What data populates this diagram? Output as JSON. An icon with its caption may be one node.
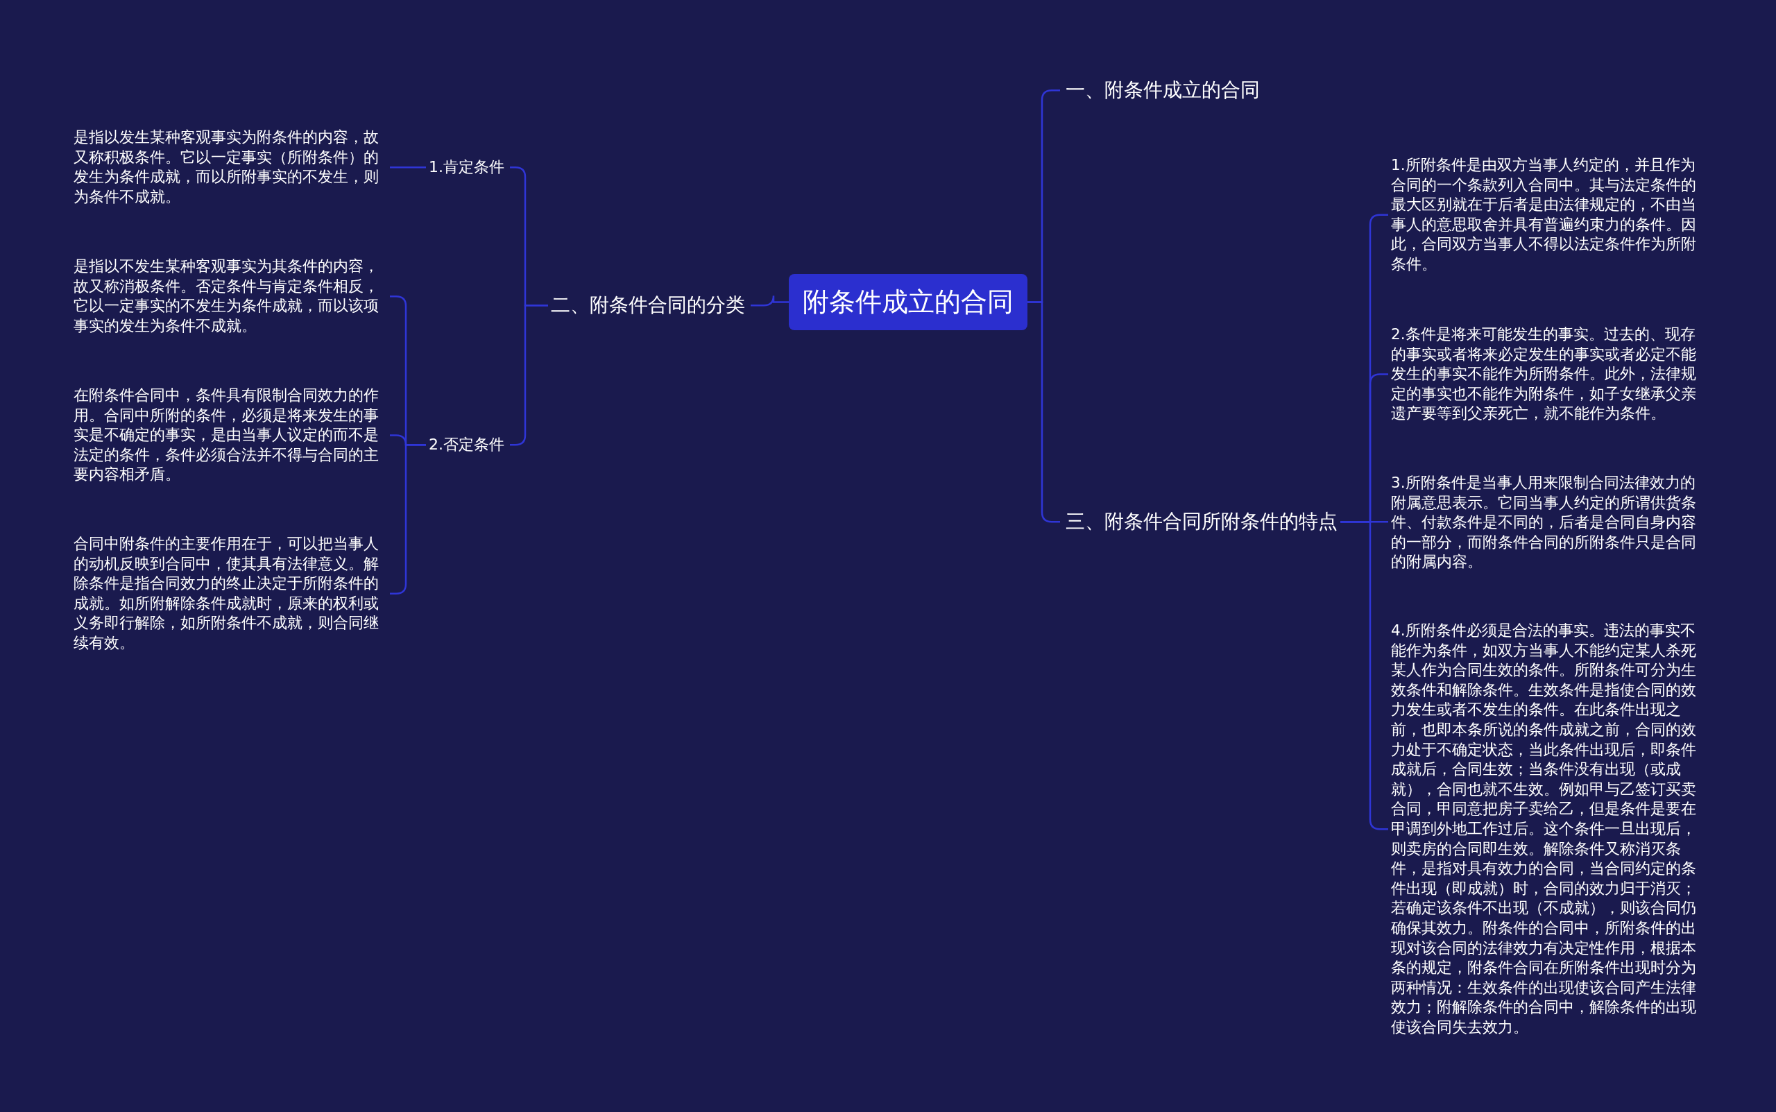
{
  "diagram": {
    "nodes": [
      {
        "text": [
          "附条件成立的合同"
        ]
      },
      {
        "text": [
          "一、附条件成立的合同"
        ]
      },
      {
        "text": [
          "三、附条件合同所附条件的特点"
        ]
      },
      {
        "text": [
          "1.所附条件是由双方当事人约定的，并且作为合同的一个条款列入合同中。其与法定条件的最大区别就在于后者是由法律规定的，不由当事人的意思取舍并具有普遍约束力的条件。因此，合同双方当事人不得以法定条件作为所附条件。"
        ]
      },
      {
        "text": [
          "2.条件是将来可能发生的事实。过去的、现存的事实或者将来必定发生的事实或者必定不能发生的事实不能作为所附条件。此外，法律规定的事实也不能作为附条件，如子女继承父亲遗产要等到父亲死亡，就不能作为条件。"
        ]
      },
      {
        "text": [
          "3.所附条件是当事人用来限制合同法律效力的附属意思表示。它同当事人约定的所谓供货条件、付款条件是不同的，后者是合同自身内容的一部分，而附条件合同的所附条件只是合同的附属内容。"
        ]
      },
      {
        "text": [
          "4.所附条件必须是合法的事实。违法的事实不能作为条件，如双方当事人不能约定某人杀死某人作为合同生效的条件。所附条件可分为生效条件和解除条件。生效条件是指使合同的效力发生或者不发生的条件。在此条件出现之前，也即本条所说的条件成就之前，合同的效力处于不确定状态，当此条件出现后，即条件成就后，合同生效；当条件没有出现（或成就），合同也就不生效。例如甲与乙签订买卖合同，甲同意把房子卖给乙，但是条件是要在甲调到外地工作过后。这个条件一旦出现后，则卖房的合同即生效。解除条件又称消灭条件，是指对具有效力的合同，当合同约定的条件出现（即成就）时，合同的效力归于消灭；若确定该条件不出现（不成就），则该合同仍确保其效力。附条件的合同中，所附条件的出现对该合同的法律效力有决定性作用，根据本条的规定，附条件合同在所附条件出现时分为两种情况：生效条件的出现使该合同产生法律效力；附解除条件的合同中，解除条件的出现使该合同失去效力。"
        ]
      },
      {
        "text": [
          "二、附条件合同的分类"
        ]
      },
      {
        "text": [
          "1.肯定条件"
        ]
      },
      {
        "text": [
          "2.否定条件"
        ]
      },
      {
        "text": [
          "是指以发生某种客观事实为附条件的内容，故又称积极条件。它以一定事实（所附条件）的发生为条件成就，而以所附事实的不发生，则为条件不成就。"
        ]
      },
      {
        "text": [
          "是指以不发生某种客观事实为其条件的内容，故又称消极条件。否定条件与肯定条件相反，它以一定事实的不发生为条件成就，而以该项事实的发生为条件不成就。"
        ]
      },
      {
        "text": [
          "在附条件合同中，条件具有限制合同效力的作用。合同中所附的条件，必须是将来发生的事实是不确定的事实，是由当事人议定的而不是法定的条件，条件必须合法并不得与合同的主要内容相矛盾。"
        ]
      },
      {
        "text": [
          "合同中附条件的主要作用在于，可以把当事人的动机反映到合同中，使其具有法律意义。解除条件是指合同效力的终止决定于所附条件的成就。如所附解除条件成就时，原来的权利或义务即行解除，如所附条件不成就，则合同继续有效。"
        ]
      }
    ],
    "edges": [
      {
        "from": 0,
        "to": 1,
        "arrow": "none"
      },
      {
        "from": 0,
        "to": 2,
        "arrow": "none"
      },
      {
        "from": 2,
        "to": 3,
        "arrow": "none"
      },
      {
        "from": 2,
        "to": 4,
        "arrow": "none"
      },
      {
        "from": 2,
        "to": 5,
        "arrow": "none"
      },
      {
        "from": 2,
        "to": 6,
        "arrow": "none"
      },
      {
        "from": 0,
        "to": 7,
        "arrow": "none"
      },
      {
        "from": 7,
        "to": 8,
        "arrow": "none"
      },
      {
        "from": 7,
        "to": 9,
        "arrow": "none"
      },
      {
        "from": 8,
        "to": 10,
        "arrow": "none"
      },
      {
        "from": 9,
        "to": 11,
        "arrow": "none"
      },
      {
        "from": 9,
        "to": 12,
        "arrow": "none"
      },
      {
        "from": 9,
        "to": 13,
        "arrow": "none"
      }
    ]
  }
}
